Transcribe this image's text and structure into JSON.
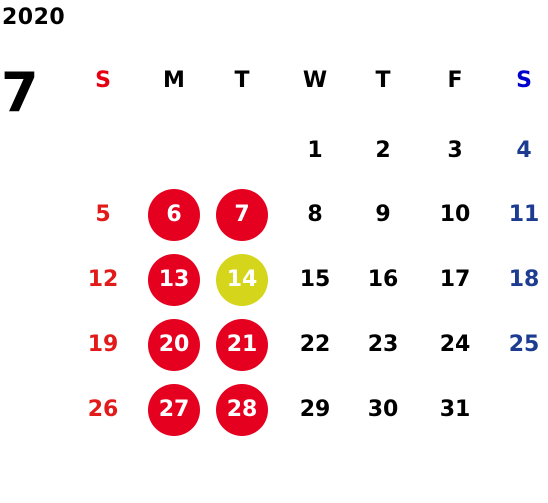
{
  "calendar": {
    "year": "2020",
    "month": "7",
    "weekdays": [
      {
        "label": "S",
        "color": "#e60012"
      },
      {
        "label": "M",
        "color": "#000000"
      },
      {
        "label": "T",
        "color": "#000000"
      },
      {
        "label": "W",
        "color": "#000000"
      },
      {
        "label": "T",
        "color": "#000000"
      },
      {
        "label": "F",
        "color": "#000000"
      },
      {
        "label": "S",
        "color": "#0000cc"
      }
    ],
    "colors": {
      "sunday": "#e21a1a",
      "saturday": "#1d3c91",
      "weekday": "#000000",
      "holiday_circle": "#e50020",
      "highlight_circle": "#d5d51c",
      "circle_text": "#ffffff"
    },
    "weeks": [
      [
        null,
        null,
        null,
        {
          "label": "1"
        },
        {
          "label": "2"
        },
        {
          "label": "3"
        },
        {
          "label": "4"
        }
      ],
      [
        {
          "label": "5"
        },
        {
          "label": "6",
          "mark": "holiday"
        },
        {
          "label": "7",
          "mark": "holiday"
        },
        {
          "label": "8"
        },
        {
          "label": "9"
        },
        {
          "label": "10"
        },
        {
          "label": "11"
        }
      ],
      [
        {
          "label": "12"
        },
        {
          "label": "13",
          "mark": "holiday"
        },
        {
          "label": "14",
          "mark": "highlight"
        },
        {
          "label": "15"
        },
        {
          "label": "16"
        },
        {
          "label": "17"
        },
        {
          "label": "18"
        }
      ],
      [
        {
          "label": "19"
        },
        {
          "label": "20",
          "mark": "holiday"
        },
        {
          "label": "21",
          "mark": "holiday"
        },
        {
          "label": "22"
        },
        {
          "label": "23"
        },
        {
          "label": "24"
        },
        {
          "label": "25"
        }
      ],
      [
        {
          "label": "26"
        },
        {
          "label": "27",
          "mark": "holiday"
        },
        {
          "label": "28",
          "mark": "holiday"
        },
        {
          "label": "29"
        },
        {
          "label": "30"
        },
        {
          "label": "31"
        },
        null
      ]
    ]
  }
}
